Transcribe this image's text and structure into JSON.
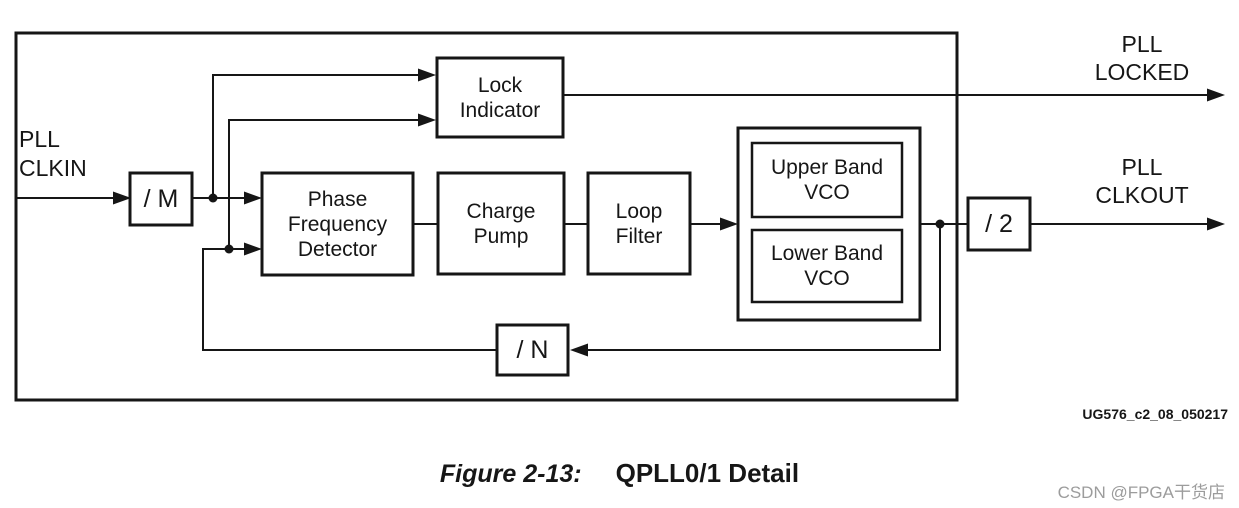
{
  "figure": {
    "ports": {
      "clkin": {
        "lines": [
          "PLL",
          "CLKIN"
        ]
      },
      "locked": {
        "lines": [
          "PLL",
          "LOCKED"
        ]
      },
      "clkout": {
        "lines": [
          "PLL",
          "CLKOUT"
        ]
      }
    },
    "blocks": {
      "divider_m": {
        "label": "/ M"
      },
      "lock_indicator": {
        "lines": [
          "Lock",
          "Indicator"
        ]
      },
      "phase_frequency_detector": {
        "lines": [
          "Phase",
          "Frequency",
          "Detector"
        ]
      },
      "charge_pump": {
        "lines": [
          "Charge",
          "Pump"
        ]
      },
      "loop_filter": {
        "lines": [
          "Loop",
          "Filter"
        ]
      },
      "upper_band_vco": {
        "lines": [
          "Upper Band",
          "VCO"
        ]
      },
      "lower_band_vco": {
        "lines": [
          "Lower Band",
          "VCO"
        ]
      },
      "divider_n": {
        "label": "/ N"
      },
      "divider_2": {
        "label": "/ 2"
      }
    },
    "doc_ref": "UG576_c2_08_050217"
  },
  "caption": {
    "figure_label": "Figure 2-13:",
    "figure_title": "QPLL0/1 Detail"
  },
  "watermark": {
    "text": "CSDN @FPGA干货店"
  },
  "colors": {
    "ink": "#161616",
    "watermark_gray": "#9c9c9c",
    "background": "#ffffff"
  }
}
